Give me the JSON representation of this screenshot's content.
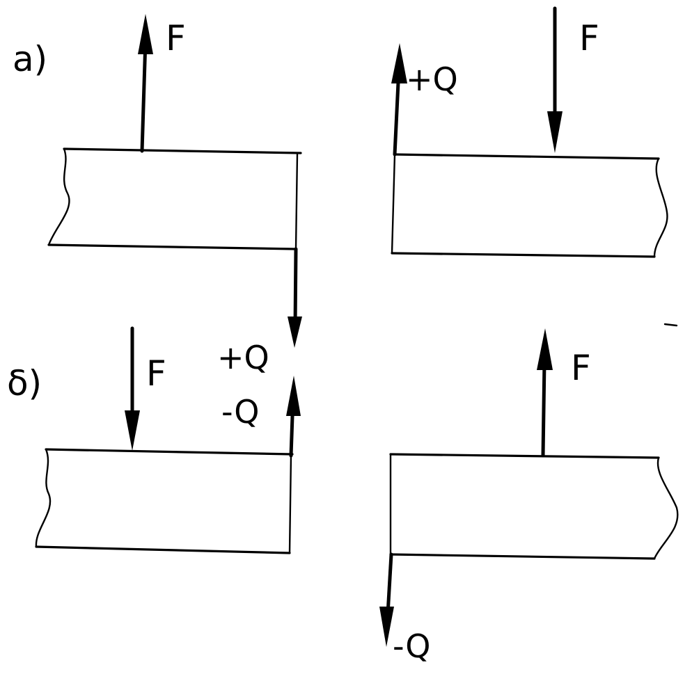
{
  "panels": {
    "a": {
      "label": "а)",
      "force": "F",
      "shear_left": "+Q",
      "force_right": "F"
    },
    "b": {
      "label": "δ)",
      "force": "F",
      "shear_plus": "+Q",
      "shear_minus": "-Q",
      "force_right": "F",
      "shear_right": "-Q"
    }
  }
}
